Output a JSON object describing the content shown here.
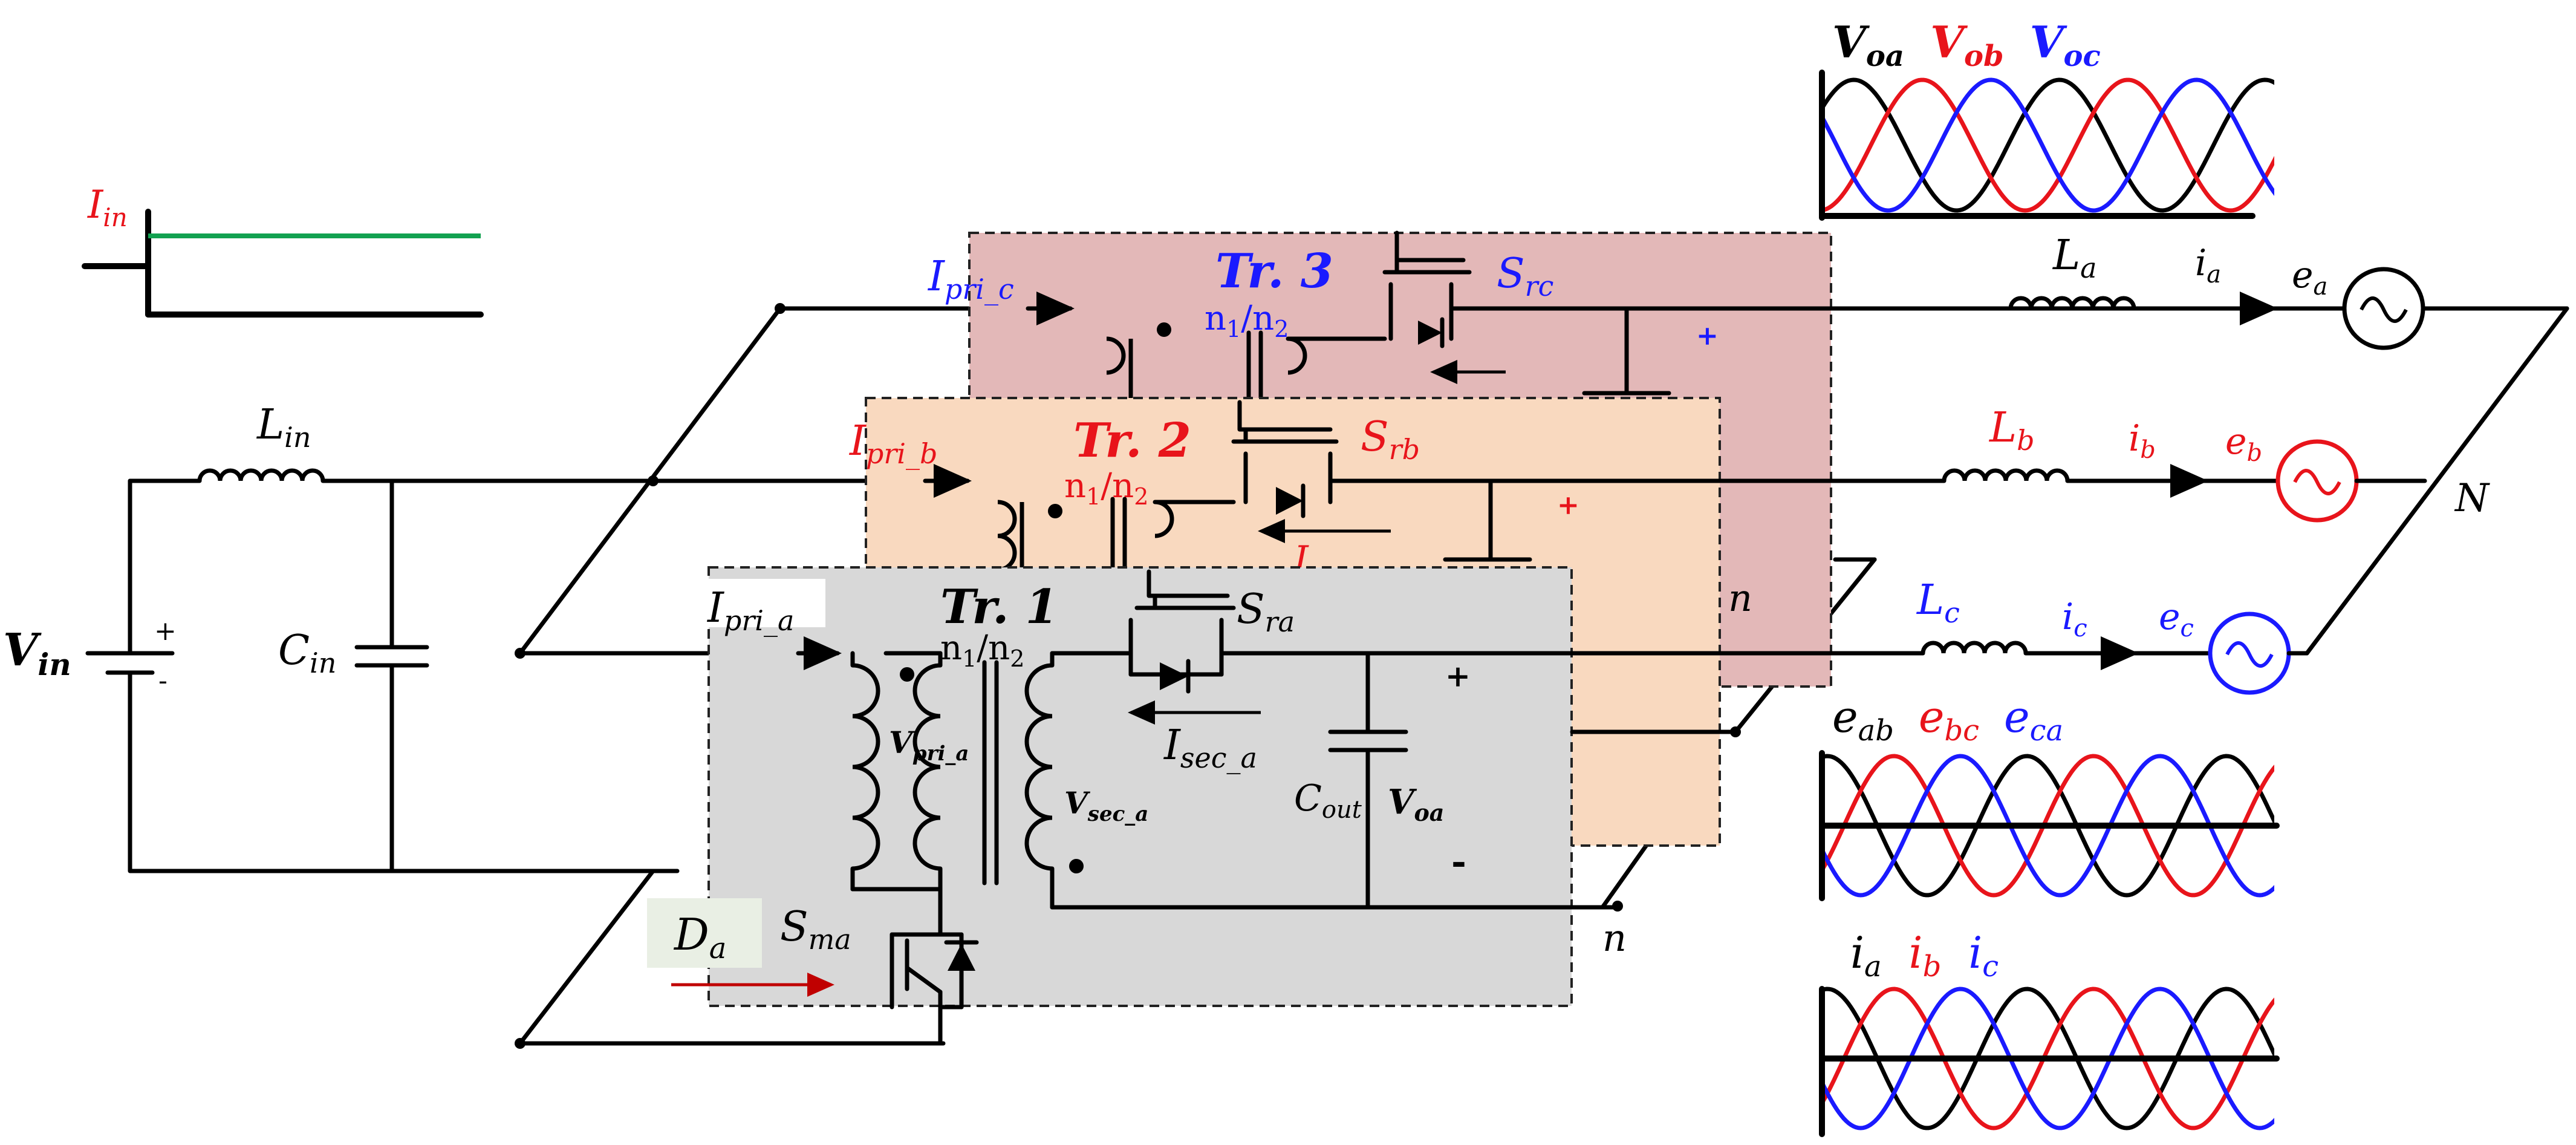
{
  "labels": {
    "vin": "V",
    "vin_sub": "in",
    "lin": "L",
    "lin_sub": "in",
    "cin": "C",
    "cin_sub": "in",
    "iin": "I",
    "iin_sub": "in",
    "ipri_a": "I",
    "ipri_a_sub": "pri_a",
    "ipri_b": "I",
    "ipri_b_sub": "pri_b",
    "ipri_c": "I",
    "ipri_c_sub": "pri_c",
    "tr1": "Tr. 1",
    "tr2": "Tr. 2",
    "tr3": "Tr. 3",
    "ratio_n": "n",
    "ratio_1": "1",
    "ratio_2": "2",
    "ratio_slash": "/",
    "vpri_a": "V",
    "vpri_a_sub": "pri_a",
    "vsec_a": "V",
    "vsec_a_sub": "sec_a",
    "sra": "S",
    "sra_sub": "ra",
    "srb": "S",
    "srb_sub": "rb",
    "src": "S",
    "src_sub": "rc",
    "sma": "S",
    "sma_sub": "ma",
    "da": "D",
    "da_sub": "a",
    "isec_a": "I",
    "isec_a_sub": "sec_a",
    "cout": "C",
    "cout_sub": "out",
    "voa": "V",
    "voa_sub": "oa",
    "plus": "+",
    "minus": "-",
    "n_lower": "n",
    "n_upper": "N",
    "la": "L",
    "la_sub": "a",
    "lb": "L",
    "lb_sub": "b",
    "lc": "L",
    "lc_sub": "c",
    "ia": "i",
    "ia_sub": "a",
    "ib": "i",
    "ib_sub": "b",
    "ic": "i",
    "ic_sub": "c",
    "ea": "e",
    "ea_sub": "a",
    "eb": "e",
    "eb_sub": "b",
    "ec": "e",
    "ec_sub": "c",
    "partial_i": "I"
  },
  "waveform_legends": {
    "vo": [
      {
        "base": "V",
        "sub": "oa",
        "color": "#000000"
      },
      {
        "base": "V",
        "sub": "ob",
        "color": "#e8141b"
      },
      {
        "base": "V",
        "sub": "oc",
        "color": "#1a1aff"
      }
    ],
    "e_line": [
      {
        "base": "e",
        "sub": "ab",
        "color": "#000000"
      },
      {
        "base": "e",
        "sub": "bc",
        "color": "#e8141b"
      },
      {
        "base": "e",
        "sub": "ca",
        "color": "#1a1aff"
      }
    ],
    "i_phase": [
      {
        "base": "i",
        "sub": "a",
        "color": "#000000"
      },
      {
        "base": "i",
        "sub": "b",
        "color": "#e8141b"
      },
      {
        "base": "i",
        "sub": "c",
        "color": "#1a1aff"
      }
    ]
  },
  "colors": {
    "phase_a": "#000000",
    "phase_b": "#e8141b",
    "phase_c": "#1a1aff",
    "input_current": "#12a150",
    "module_a_fill": "#d8d8d8",
    "module_b_fill": "#f9d9bf",
    "module_c_fill": "#e3b8b8",
    "duty_arrow": "#c00000",
    "duty_box": "#e9efe4"
  }
}
